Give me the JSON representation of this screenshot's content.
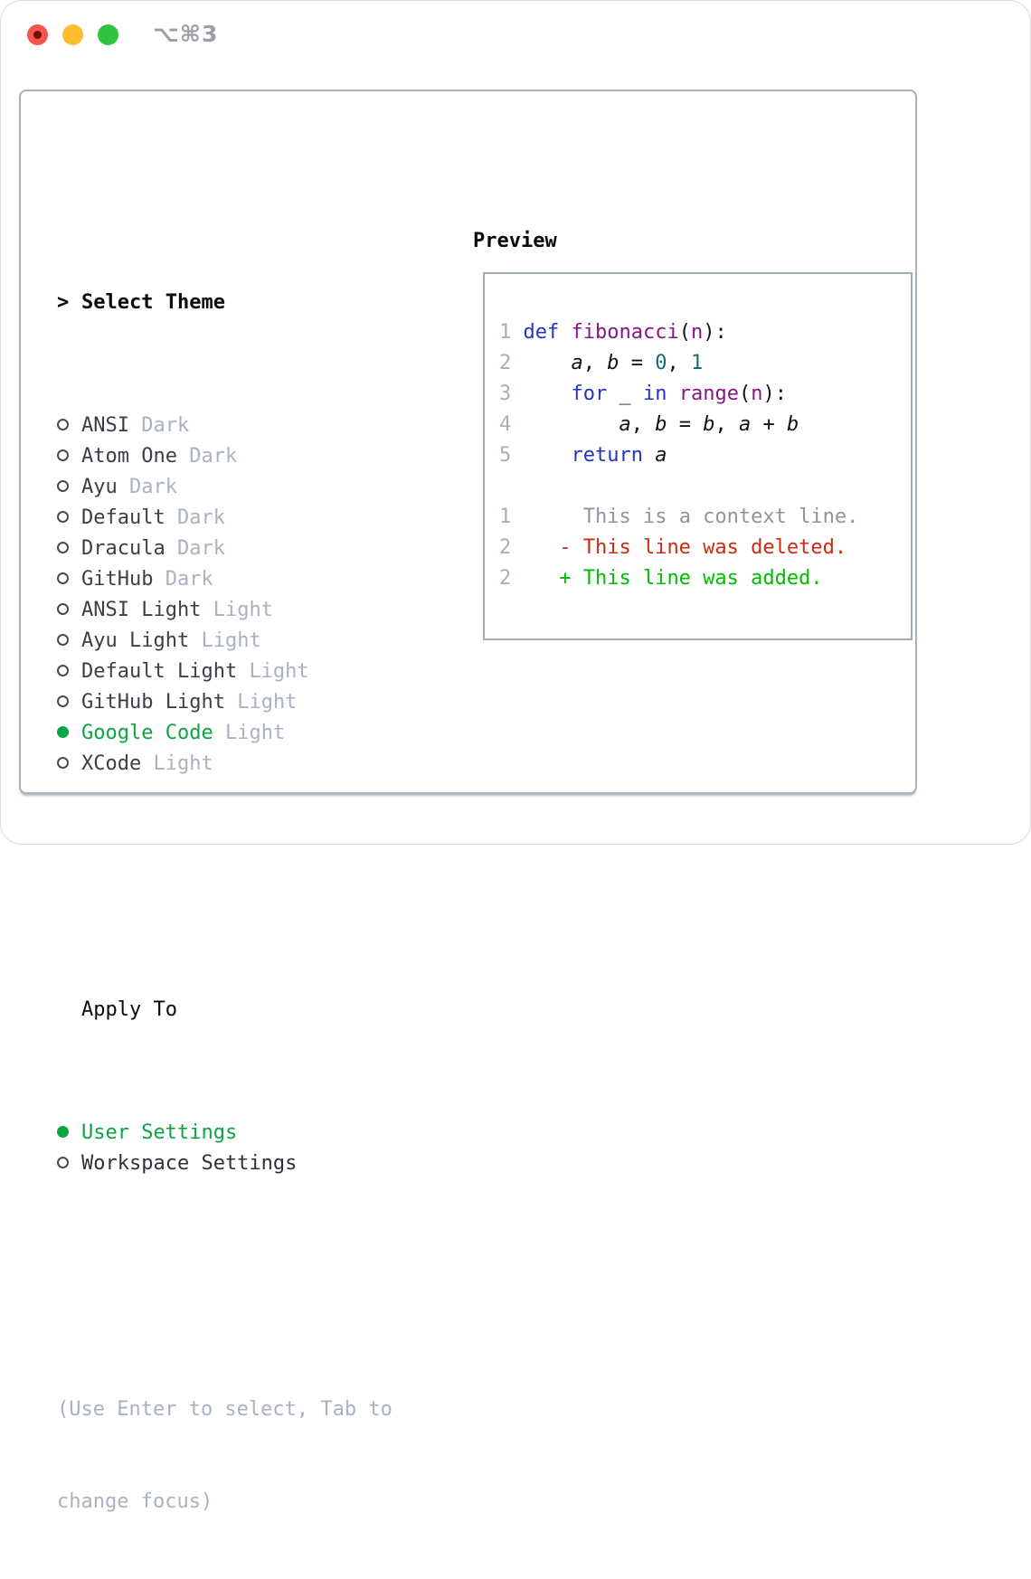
{
  "titlebar": {
    "title": "⌥⌘3"
  },
  "sidebar": {
    "header": {
      "prefix": ">",
      "label": "Select Theme"
    },
    "themes": [
      {
        "name": "ANSI",
        "tag": "Dark",
        "selected": false
      },
      {
        "name": "Atom One",
        "tag": "Dark",
        "selected": false
      },
      {
        "name": "Ayu",
        "tag": "Dark",
        "selected": false
      },
      {
        "name": "Default",
        "tag": "Dark",
        "selected": false
      },
      {
        "name": "Dracula",
        "tag": "Dark",
        "selected": false
      },
      {
        "name": "GitHub",
        "tag": "Dark",
        "selected": false
      },
      {
        "name": "ANSI Light",
        "tag": "Light",
        "selected": false
      },
      {
        "name": "Ayu Light",
        "tag": "Light",
        "selected": false
      },
      {
        "name": "Default Light",
        "tag": "Light",
        "selected": false
      },
      {
        "name": "GitHub Light",
        "tag": "Light",
        "selected": false
      },
      {
        "name": "Google Code",
        "tag": "Light",
        "selected": true
      },
      {
        "name": "XCode",
        "tag": "Light",
        "selected": false
      }
    ],
    "apply_to": {
      "label": "Apply To",
      "options": [
        {
          "name": "User Settings",
          "selected": true
        },
        {
          "name": "Workspace Settings",
          "selected": false
        }
      ]
    },
    "footer_lines": [
      "(Use Enter to select, Tab to",
      "change focus)"
    ]
  },
  "preview": {
    "label": "Preview",
    "lines": [
      {
        "kind": "code",
        "tokens": [
          {
            "t": "1 ",
            "c": "ln"
          },
          {
            "t": "def",
            "c": "kw"
          },
          {
            "t": " ",
            "c": "pl"
          },
          {
            "t": "fibonacci",
            "c": "fn"
          },
          {
            "t": "(",
            "c": "pl"
          },
          {
            "t": "n",
            "c": "fn"
          },
          {
            "t": "):",
            "c": "pl"
          }
        ]
      },
      {
        "kind": "code",
        "tokens": [
          {
            "t": "2 ",
            "c": "ln"
          },
          {
            "t": "    ",
            "c": "pl"
          },
          {
            "t": "a",
            "c": "var"
          },
          {
            "t": ", ",
            "c": "pl"
          },
          {
            "t": "b",
            "c": "var"
          },
          {
            "t": " = ",
            "c": "pl"
          },
          {
            "t": "0",
            "c": "num"
          },
          {
            "t": ", ",
            "c": "pl"
          },
          {
            "t": "1",
            "c": "num"
          }
        ]
      },
      {
        "kind": "code",
        "tokens": [
          {
            "t": "3 ",
            "c": "ln"
          },
          {
            "t": "    ",
            "c": "pl"
          },
          {
            "t": "for",
            "c": "kw"
          },
          {
            "t": " _ ",
            "c": "pl"
          },
          {
            "t": "in",
            "c": "kw"
          },
          {
            "t": " ",
            "c": "pl"
          },
          {
            "t": "range",
            "c": "fn"
          },
          {
            "t": "(",
            "c": "pl"
          },
          {
            "t": "n",
            "c": "fn"
          },
          {
            "t": "):",
            "c": "pl"
          }
        ]
      },
      {
        "kind": "code",
        "tokens": [
          {
            "t": "4 ",
            "c": "ln"
          },
          {
            "t": "        ",
            "c": "pl"
          },
          {
            "t": "a",
            "c": "var"
          },
          {
            "t": ", ",
            "c": "pl"
          },
          {
            "t": "b",
            "c": "var"
          },
          {
            "t": " = ",
            "c": "pl"
          },
          {
            "t": "b",
            "c": "var"
          },
          {
            "t": ", ",
            "c": "pl"
          },
          {
            "t": "a",
            "c": "var"
          },
          {
            "t": " + ",
            "c": "pl"
          },
          {
            "t": "b",
            "c": "var"
          }
        ]
      },
      {
        "kind": "code",
        "tokens": [
          {
            "t": "5 ",
            "c": "ln"
          },
          {
            "t": "    ",
            "c": "pl"
          },
          {
            "t": "return",
            "c": "kw"
          },
          {
            "t": " ",
            "c": "pl"
          },
          {
            "t": "a",
            "c": "var"
          }
        ]
      },
      {
        "kind": "blank",
        "tokens": []
      },
      {
        "kind": "diff-context",
        "tokens": [
          {
            "t": "1",
            "c": "ln"
          },
          {
            "t": "      ",
            "c": "pl"
          },
          {
            "t": "This is a context line.",
            "c": "ctx"
          }
        ]
      },
      {
        "kind": "diff-deleted",
        "tokens": [
          {
            "t": "2",
            "c": "ln"
          },
          {
            "t": "    ",
            "c": "pl"
          },
          {
            "t": "- This line was deleted.",
            "c": "del"
          }
        ]
      },
      {
        "kind": "diff-added",
        "tokens": [
          {
            "t": "2",
            "c": "ln"
          },
          {
            "t": "    ",
            "c": "pl"
          },
          {
            "t": "+ This line was added.",
            "c": "add"
          }
        ]
      }
    ]
  },
  "colors": {
    "selection_green": "#0ba442",
    "keyword_blue": "#2433c4",
    "function_purple": "#871589",
    "number_teal": "#0d6e6e",
    "diff_deleted_red": "#cd2a12",
    "diff_added_green": "#00bd00",
    "context_gray": "#8f959d",
    "line_number_gray": "#a6aebc",
    "tag_gray": "#a9b2c0",
    "traffic_red": "#f4564d",
    "traffic_yellow": "#fcbd2f",
    "traffic_green": "#2ec340"
  }
}
